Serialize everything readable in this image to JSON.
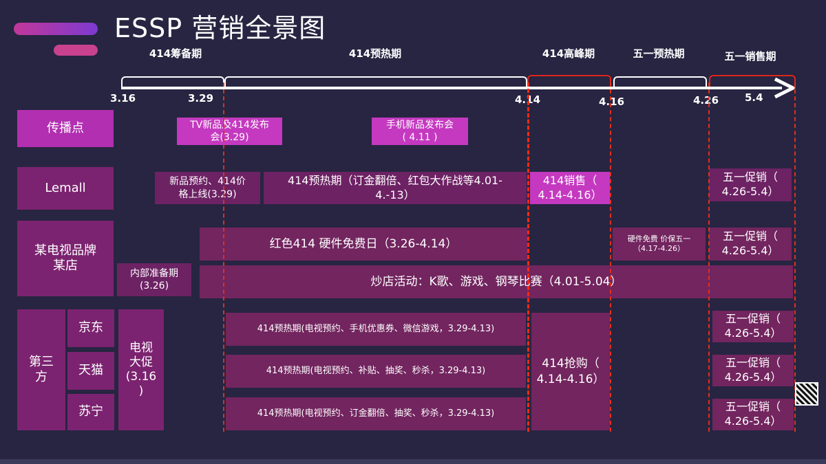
{
  "title": "ESSP 营销全景图",
  "phases": [
    "414筹备期",
    "414预热期",
    "414高峰期",
    "五一预热期",
    "五一销售期"
  ],
  "dates": [
    "3.16",
    "3.29",
    "4.14",
    "4.16",
    "4.26",
    "5.4"
  ],
  "rows": {
    "chuanbo": "传播点",
    "lemall": "Lemall",
    "tvstore": "某电视品牌\n某店",
    "third": "第三\n方",
    "jd": "京东",
    "tmall": "天猫",
    "suning": "苏宁",
    "tv_promo": "电视\n大促\n(3.16\n)"
  },
  "events": {
    "tv_launch": "TV新品及414发布\n会(3.29)",
    "phone_launch": "手机新品发布会\n( 4.11 )",
    "lemall_pre": "新品预约、414价\n格上线(3.29)",
    "lemall_warm": "414预热期（订金翻倍、红包大作战等4.01-\n4.-13）",
    "lemall_sale": "414销售（\n4.14-4.16）",
    "lemall_may": "五一促销（\n4.26-5.4）",
    "red414": "红色414 硬件免费日（3.26-4.14）",
    "hw_free": "硬件免费 价保五一\n（4.17-4.26）",
    "store_may": "五一促销（\n4.26-5.4）",
    "internal": "内部准备期\n(3.26)",
    "store_act": "炒店活动：K歌、游戏、钢琴比赛（4.01-5.04）",
    "jd_warm": "414预热期(电视预约、手机优惠券、微信游戏，3.29-4.13)",
    "tmall_warm": "414预热期(电视预约、补贴、抽奖、秒杀，3.29-4.13)",
    "suning_warm": "414预热期(电视预约、订金翻倍、抽奖、秒杀，3.29-4.13)",
    "rush": "414抢购（\n4.14-4.16）",
    "jd_may": "五一促销（\n4.26-5.4）",
    "tmall_may": "五一促销（\n4.26-5.4）",
    "suning_may": "五一促销（\n4.26-5.4）"
  },
  "colors": {
    "background": "#272541",
    "accent_magenta": "#c439c0",
    "accent_purple": "#6d2264",
    "highlight_red": "#e0261a"
  }
}
